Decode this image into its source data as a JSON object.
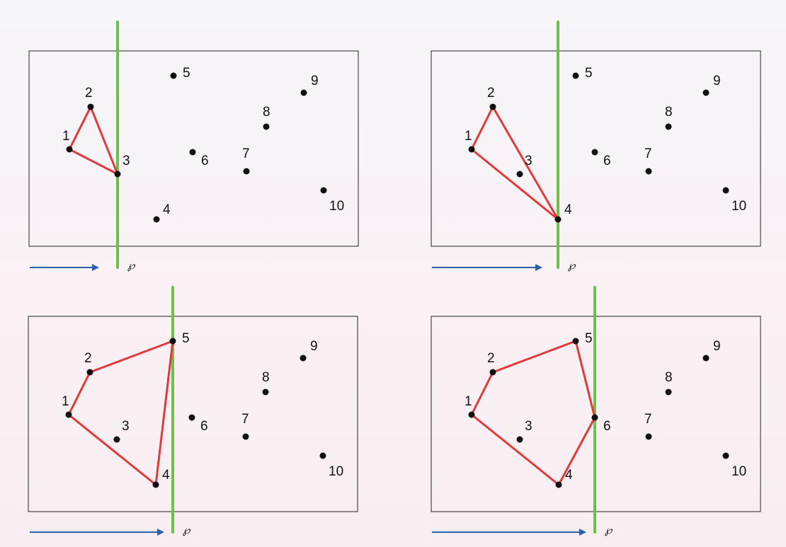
{
  "diagram": {
    "sweep_line_symbol": "℘",
    "colors": {
      "sweep_line": "#6cbf4a",
      "hull": "#e23a3a",
      "arrow": "#2f5fa8",
      "point": "#111111",
      "frame": "#222222"
    },
    "point_labels": [
      "1",
      "2",
      "3",
      "4",
      "5",
      "6",
      "7",
      "8",
      "9",
      "10"
    ],
    "panels": [
      {
        "step": 1,
        "sweep_at_point": "3",
        "hull": [
          "1",
          "2",
          "3"
        ]
      },
      {
        "step": 2,
        "sweep_at_point": "4",
        "hull": [
          "1",
          "2",
          "4"
        ]
      },
      {
        "step": 3,
        "sweep_at_point": "5",
        "hull": [
          "1",
          "2",
          "5",
          "4"
        ]
      },
      {
        "step": 4,
        "sweep_at_point": "6",
        "hull": [
          "1",
          "2",
          "5",
          "6",
          "4"
        ]
      }
    ]
  }
}
